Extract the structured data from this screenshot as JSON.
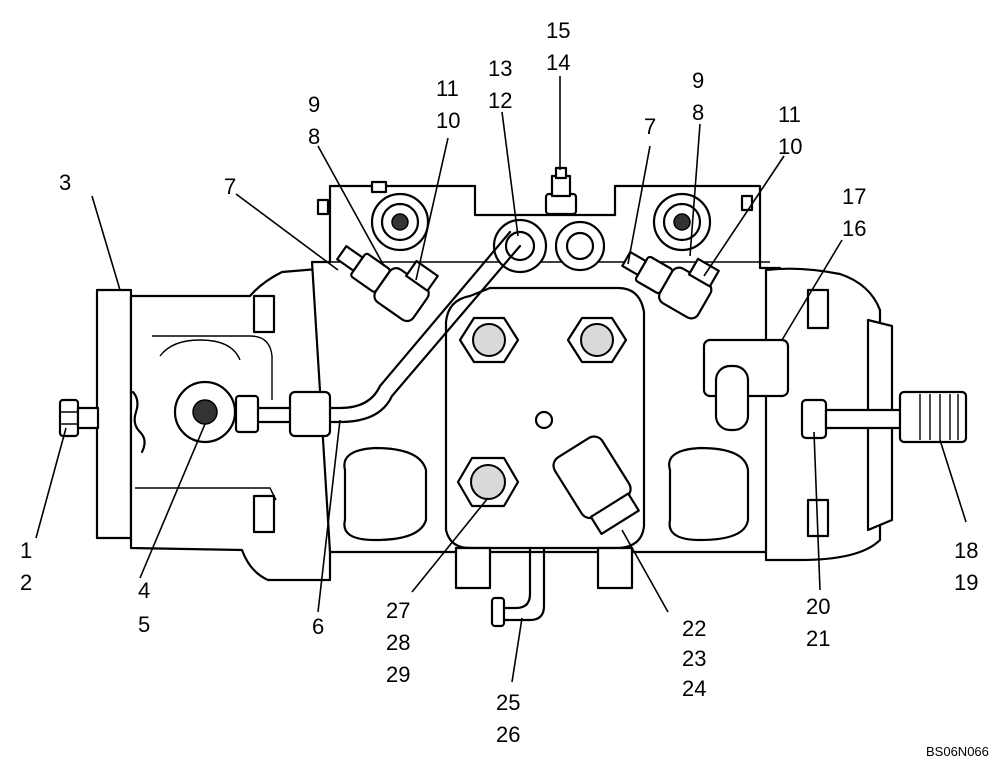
{
  "callouts": {
    "c1": "1",
    "c2": "2",
    "c3": "3",
    "c4": "4",
    "c5": "5",
    "c6": "6",
    "c7a": "7",
    "c7b": "7",
    "c8a": "8",
    "c8b": "8",
    "c9a": "9",
    "c9b": "9",
    "c10a": "10",
    "c10b": "10",
    "c11a": "11",
    "c11b": "11",
    "c12": "12",
    "c13": "13",
    "c14": "14",
    "c15": "15",
    "c16": "16",
    "c17": "17",
    "c18": "18",
    "c19": "19",
    "c20": "20",
    "c21": "21",
    "c22": "22",
    "c23": "23",
    "c24": "24",
    "c25": "25",
    "c26": "26",
    "c27": "27",
    "c28": "28",
    "c29": "29"
  },
  "figure_ref": "BS06N066"
}
